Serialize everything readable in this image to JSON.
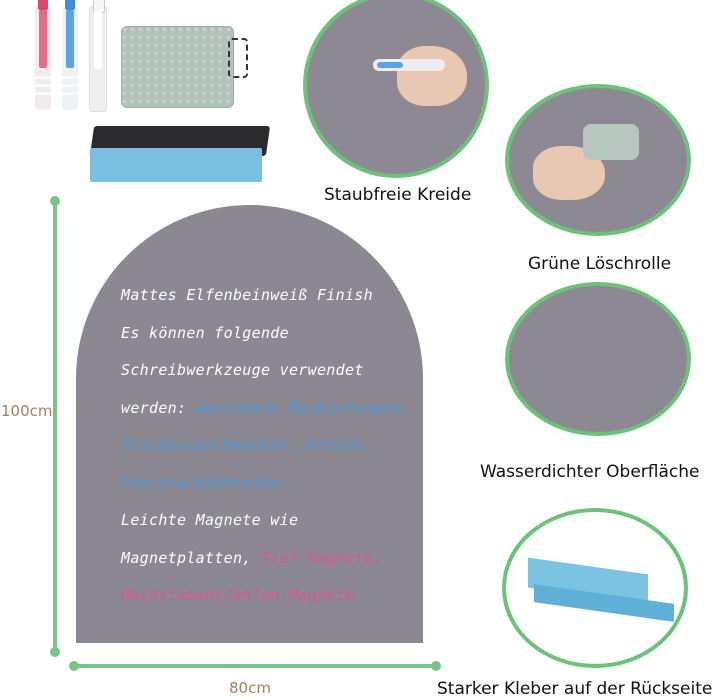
{
  "board": {
    "lines": [
      {
        "segments": [
          {
            "text": "Mattes Elfenbeinweiß Finish",
            "color": "white"
          }
        ]
      },
      {
        "segments": [
          {
            "text": "Es können folgende",
            "color": "white"
          }
        ]
      },
      {
        "segments": [
          {
            "text": "Schreibwerkzeuge verwendet",
            "color": "white"
          }
        ]
      },
      {
        "segments": [
          {
            "text": "werden: ",
            "color": "white"
          },
          {
            "text": "waschbare Markierungen,",
            "color": "blue"
          }
        ]
      },
      {
        "segments": [
          {
            "text": "Trockenwischmarker, Kreide,",
            "color": "blue"
          }
        ]
      },
      {
        "segments": [
          {
            "text": "Feuchtwischkreide.",
            "color": "blue"
          }
        ]
      },
      {
        "segments": [
          {
            "text": "Leichte Magnete wie",
            "color": "white"
          }
        ]
      },
      {
        "segments": [
          {
            "text": "Magnetplatten, ",
            "color": "white"
          },
          {
            "text": "Tier-Magnete,",
            "color": "pink"
          }
        ]
      },
      {
        "segments": [
          {
            "text": "Buchstaben/Zahlen-Magnete",
            "color": "pink"
          }
        ]
      }
    ]
  },
  "features": {
    "chalk": "Staubfreie Kreide",
    "eraser": "Grüne Löschrolle",
    "waterproof": "Wasserdichter Oberfläche",
    "adhesive": "Starker Kleber auf der Rückseite"
  },
  "dimensions": {
    "height": "100cm",
    "width": "80cm"
  },
  "colors": {
    "accent": "#79c486",
    "board": "#8b8891",
    "blue_text": "#4f97d9",
    "pink_text": "#d85a82"
  }
}
